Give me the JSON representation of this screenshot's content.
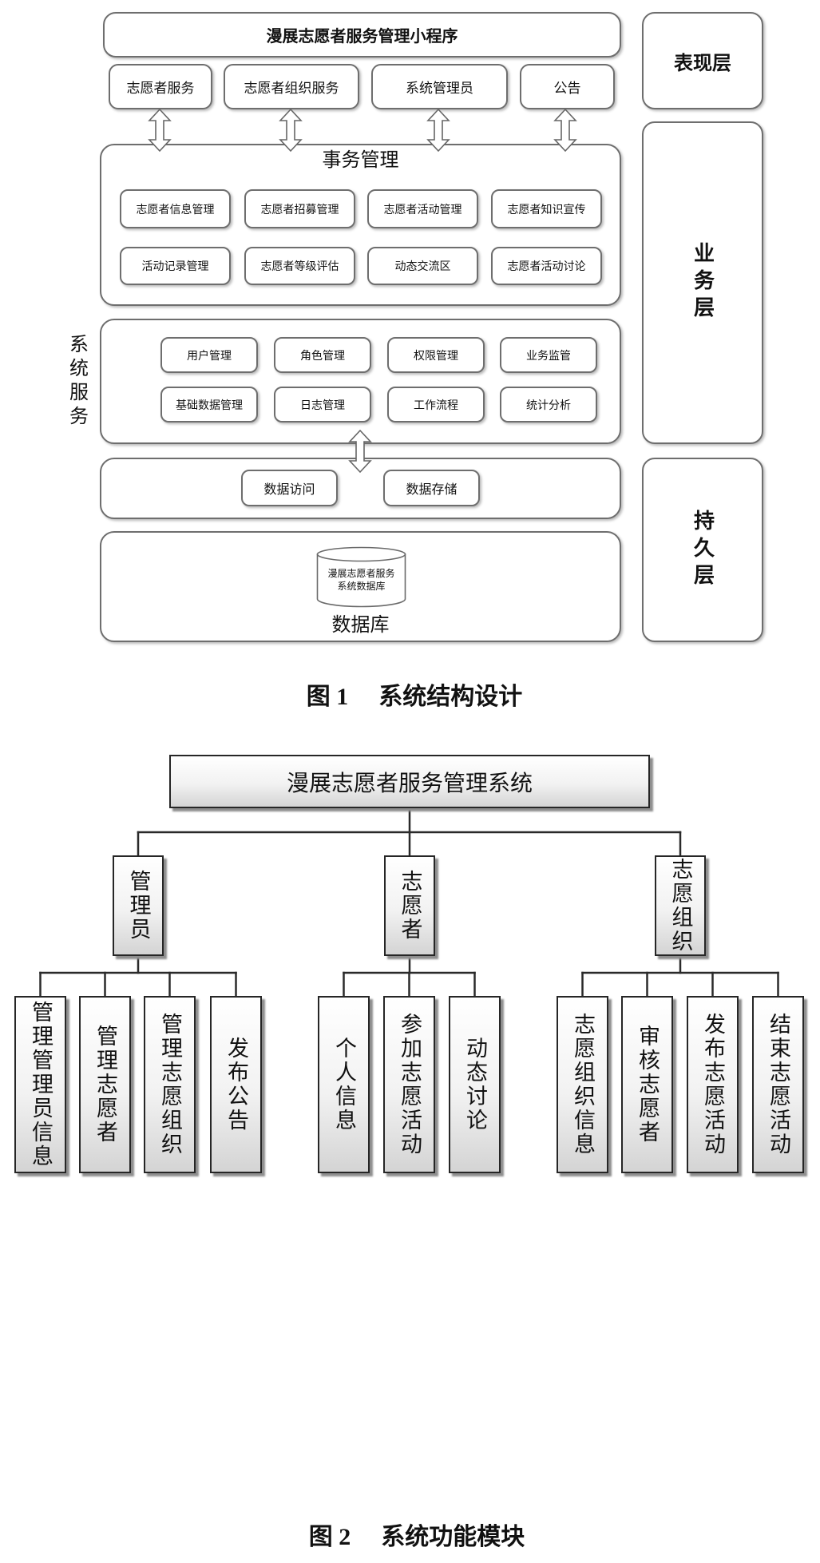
{
  "figure1": {
    "title_box": "漫展志愿者服务管理小程序",
    "layers": {
      "presentation": "表现层",
      "business": "业务层",
      "persistence": "持久层"
    },
    "presentation_modules": [
      "志愿者服务",
      "志愿者组织服务",
      "系统管理员",
      "公告"
    ],
    "affairs": {
      "title": "事务管理",
      "modules": [
        "志愿者信息管理",
        "志愿者招募管理",
        "志愿者活动管理",
        "志愿者知识宣传",
        "活动记录管理",
        "志愿者等级评估",
        "动态交流区",
        "志愿者活动讨论"
      ]
    },
    "system_service": {
      "label": "系统服务",
      "modules": [
        "用户管理",
        "角色管理",
        "权限管理",
        "业务监管",
        "基础数据管理",
        "日志管理",
        "工作流程",
        "统计分析"
      ]
    },
    "data_layer": {
      "modules": [
        "数据访问",
        "数据存储"
      ]
    },
    "database": {
      "cylinder_lines": [
        "漫展志愿者服务",
        "系统数据库"
      ],
      "label": "数据库"
    },
    "caption": {
      "number": "图 1",
      "title": "系统结构设计"
    }
  },
  "figure2": {
    "root": "漫展志愿者服务管理系统",
    "branches": [
      {
        "label": "管理员",
        "leaves": [
          "管理管理员信息",
          "管理志愿者",
          "管理志愿组织",
          "发布公告"
        ]
      },
      {
        "label": "志愿者",
        "leaves": [
          "个人信息",
          "参加志愿活动",
          "动态讨论"
        ]
      },
      {
        "label": "志愿组织",
        "leaves": [
          "志愿组织信息",
          "审核志愿者",
          "发布志愿活动",
          "结束志愿活动"
        ]
      }
    ],
    "caption": {
      "number": "图 2",
      "title": "系统功能模块"
    }
  }
}
